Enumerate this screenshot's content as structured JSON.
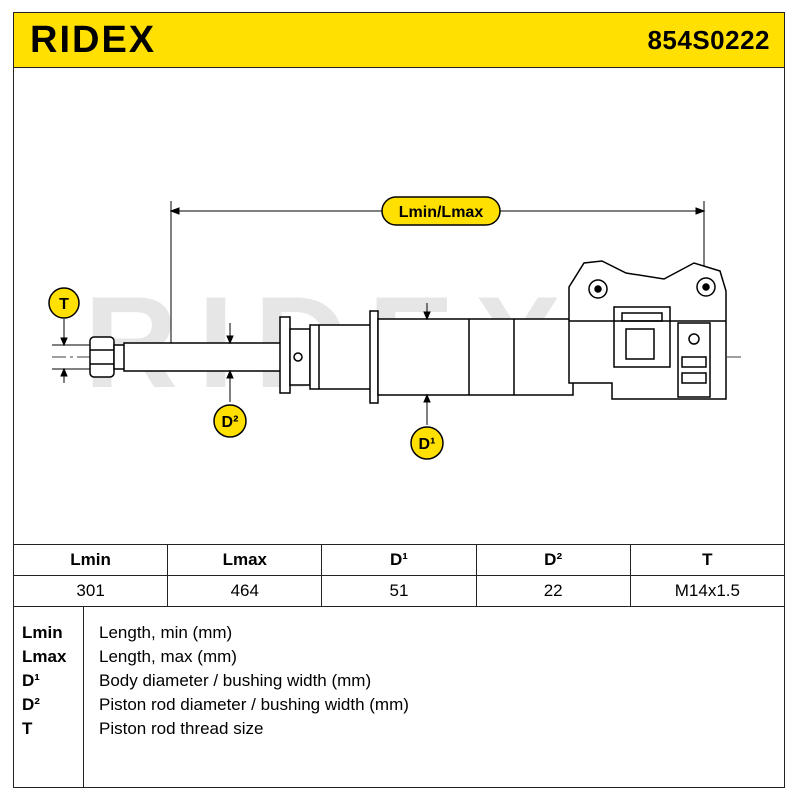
{
  "header": {
    "brand": "RIDEX",
    "part_number": "854S0222",
    "brand_color": "#ffe000"
  },
  "diagram": {
    "watermark": "RIDEX",
    "labels": {
      "length": "Lmin/Lmax",
      "thread": "T",
      "rod_diameter": "D²",
      "body_diameter": "D¹"
    },
    "label_color": "#ffe000"
  },
  "specs": {
    "headers": [
      "Lmin",
      "Lmax",
      "D¹",
      "D²",
      "T"
    ],
    "values": [
      "301",
      "464",
      "51",
      "22",
      "M14x1.5"
    ]
  },
  "legend": [
    {
      "key": "Lmin",
      "desc": "Length, min (mm)"
    },
    {
      "key": "Lmax",
      "desc": "Length, max (mm)"
    },
    {
      "key": "D¹",
      "desc": "Body diameter / bushing width (mm)"
    },
    {
      "key": "D²",
      "desc": "Piston rod diameter / bushing width (mm)"
    },
    {
      "key": "T",
      "desc": "Piston rod thread size"
    }
  ]
}
